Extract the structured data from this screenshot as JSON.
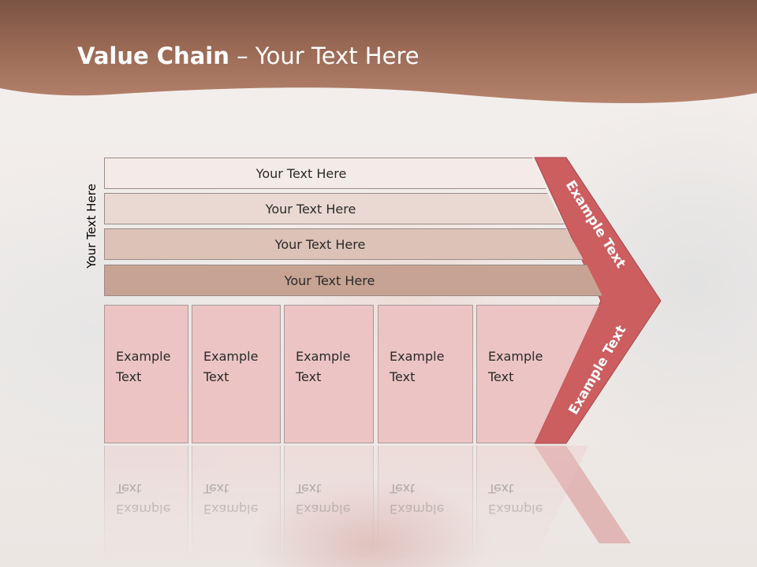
{
  "title": {
    "bold": "Value Chain",
    "rest": " – Your Text Here"
  },
  "side_label": "Your Text Here",
  "rows": [
    {
      "label": "Your Text Here",
      "fill": "#f4ebe8"
    },
    {
      "label": "Your Text Here",
      "fill": "#ead9d2"
    },
    {
      "label": "Your Text Here",
      "fill": "#dcc2b7"
    },
    {
      "label": "Your Text Here",
      "fill": "#c6a392"
    }
  ],
  "columns": [
    {
      "line1": "Example",
      "line2": "Text"
    },
    {
      "line1": "Example",
      "line2": "Text"
    },
    {
      "line1": "Example",
      "line2": "Text"
    },
    {
      "line1": "Example",
      "line2": "Text"
    },
    {
      "line1": "Example",
      "line2": "Text"
    }
  ],
  "chevron": {
    "upper_label": "Example Text",
    "lower_label": "Example Text",
    "color": "#cc5e60"
  },
  "colors": {
    "header": "#9b6a55",
    "column_fill": "#ecc4c4"
  }
}
